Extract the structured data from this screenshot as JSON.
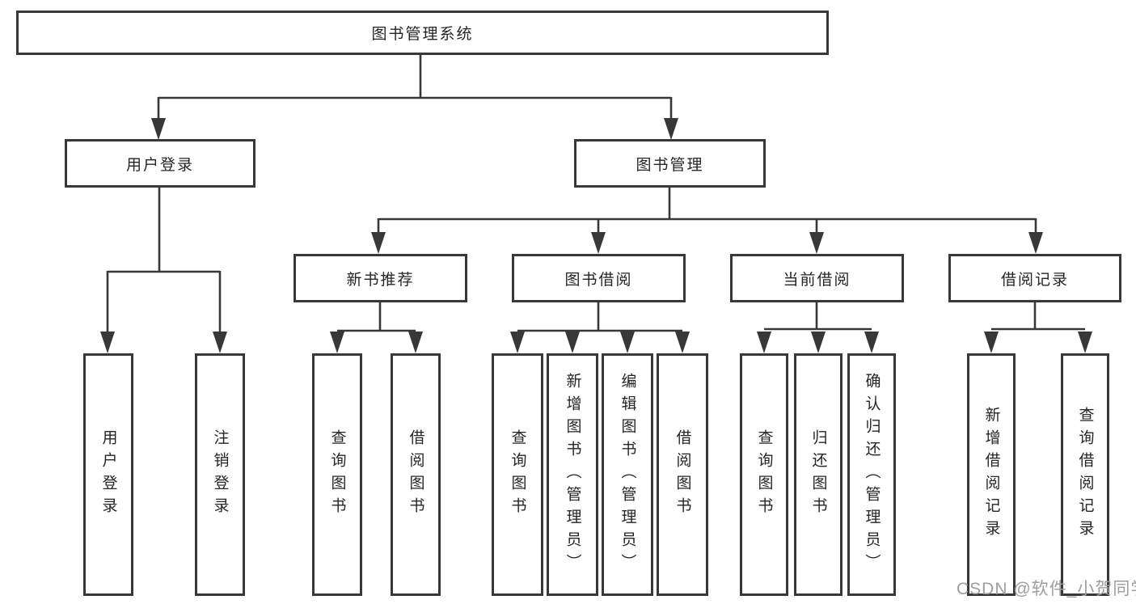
{
  "diagram": {
    "root": {
      "label": "图书管理系统"
    },
    "level2": {
      "user_login": "用户登录",
      "book_mgmt": "图书管理"
    },
    "level3": {
      "new_book_rec": "新书推荐",
      "book_borrow": "图书借阅",
      "current_borrow": "当前借阅",
      "borrow_records": "借阅记录"
    },
    "leaves": {
      "user_login": "用户登录",
      "logout": "注销登录",
      "nb_query": "查询图书",
      "nb_borrow": "借阅图书",
      "bb_query": "查询图书",
      "bb_add": "新增图书（管理员）",
      "bb_edit": "编辑图书（管理员）",
      "bb_borrow": "借阅图书",
      "cb_query": "查询图书",
      "cb_return": "归还图书",
      "cb_confirm": "确认归还（管理员）",
      "rec_add": "新增借阅记录",
      "rec_query": "查询借阅记录"
    }
  },
  "watermark": {
    "text": "CSDN @软件_小贺同学"
  },
  "colors": {
    "line": "#383838",
    "box_border": "#383838",
    "text": "#252525",
    "watermark": "#9e9e9e",
    "background": "#ffffff"
  }
}
